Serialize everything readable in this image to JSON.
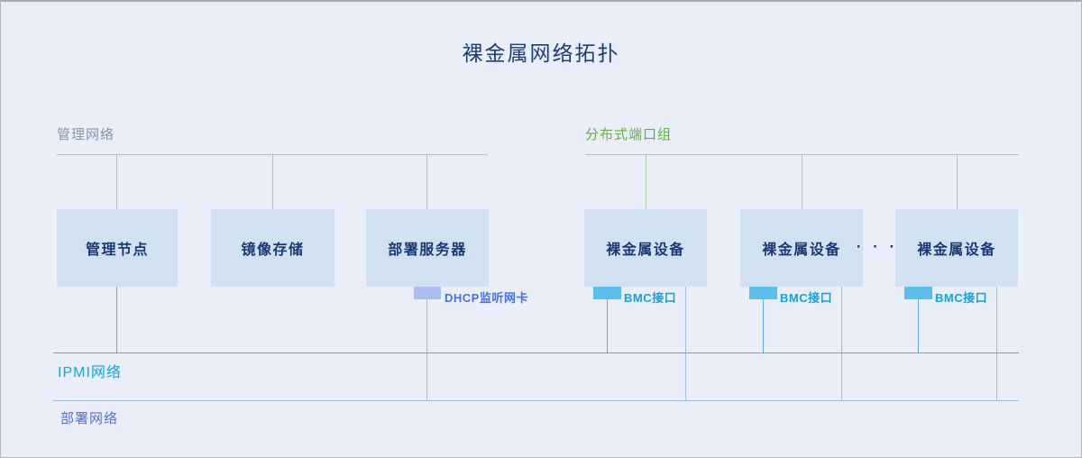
{
  "title": "裸金属网络拓扑",
  "sections": {
    "management": {
      "label": "管理网络",
      "nodes": [
        "管理节点",
        "镜像存储",
        "部署服务器"
      ]
    },
    "port_group": {
      "label": "分布式端口组",
      "nodes": [
        "裸金属设备",
        "裸金属设备",
        "裸金属设备"
      ],
      "ellipsis": "· · ·"
    },
    "ipmi": {
      "label": "IPMI网络"
    },
    "deployment": {
      "label": "部署网络"
    }
  },
  "ports": {
    "dhcp": "DHCP监听网卡",
    "bmc": "BMC接口"
  },
  "colors": {
    "background": "#e9eef8",
    "box_fill": "#d2e1f1",
    "box_text": "#1a3876",
    "title_text": "#1c3c7e",
    "management_line": "#b6bcc9",
    "management_label": "#8b95a8",
    "port_group_line": "#abd093",
    "port_group_label": "#67ae45",
    "ipmi_line": "#4fafe2",
    "ipmi_label": "#14a2e6",
    "deployment_line": "#9db9ee",
    "deployment_label": "#4e70de",
    "bmc_tab": "#5cbeea",
    "bmc_label": "#14a0dc",
    "dhcp_tab": "#aabef2",
    "dhcp_label": "#4a6fe8"
  }
}
